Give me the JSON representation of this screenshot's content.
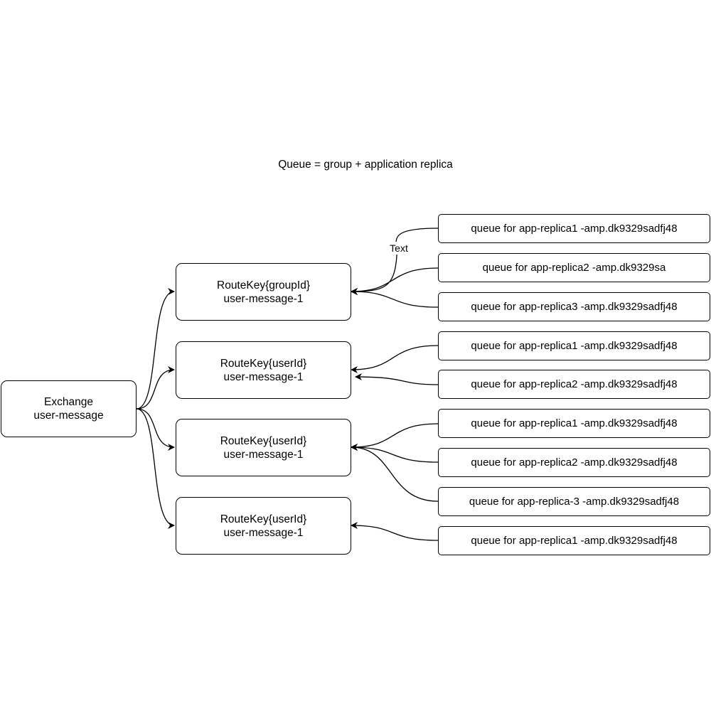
{
  "title": "Queue = group + application replica",
  "exchange": {
    "line1": "Exchange",
    "line2": "user-message"
  },
  "routes": [
    {
      "line1": "RouteKey{groupId}",
      "line2": "user-message-1"
    },
    {
      "line1": "RouteKey{userId}",
      "line2": "user-message-1"
    },
    {
      "line1": "RouteKey{userId}",
      "line2": "user-message-1"
    },
    {
      "line1": "RouteKey{userId}",
      "line2": "user-message-1"
    }
  ],
  "queues": [
    {
      "label": "queue for app-replica1 -amp.dk9329sadfj48"
    },
    {
      "label": "queue for app-replica2 -amp.dk9329sa"
    },
    {
      "label": "queue for app-replica3 -amp.dk9329sadfj48"
    },
    {
      "label": "queue for app-replica1 -amp.dk9329sadfj48"
    },
    {
      "label": "queue for app-replica2 -amp.dk9329sadfj48"
    },
    {
      "label": "queue for app-replica1 -amp.dk9329sadfj48"
    },
    {
      "label": "queue for app-replica2 -amp.dk9329sadfj48"
    },
    {
      "label": "queue for app-replica-3 -amp.dk9329sadfj48"
    },
    {
      "label": "queue for app-replica1 -amp.dk9329sadfj48"
    }
  ],
  "edge_label": "Text"
}
